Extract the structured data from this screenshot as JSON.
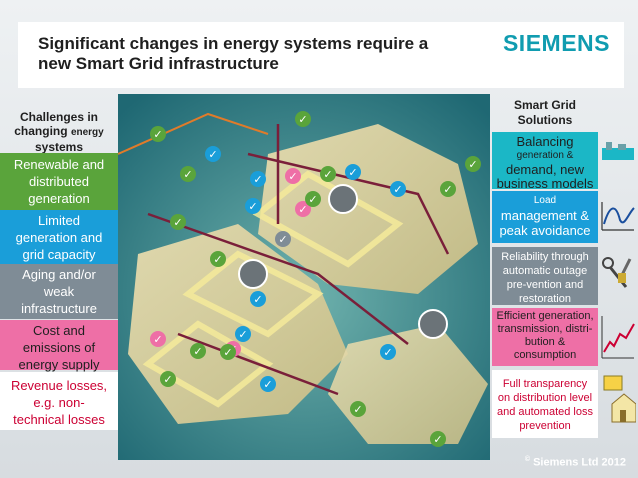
{
  "title": "Significant changes in energy systems require a new Smart Grid infrastructure",
  "brand": "SIEMENS",
  "left": {
    "heading": [
      "Challenges in",
      "changing",
      "energy",
      "systems"
    ],
    "boxes": [
      [
        "Renewable and",
        "distributed",
        "generation"
      ],
      [
        "Limited",
        "generation and",
        "grid capacity"
      ],
      [
        "Aging and/or",
        "weak",
        "infrastructure"
      ],
      [
        "Cost and",
        "emissions of",
        "energy supply"
      ],
      [
        "Revenue losses,",
        "e.g. non-",
        "technical losses"
      ]
    ]
  },
  "right": {
    "heading": [
      "Smart Grid",
      "Solutions"
    ],
    "boxes": [
      [
        "Balancing",
        "generation &",
        "demand, new",
        "business models"
      ],
      [
        "Load",
        "management &",
        "peak avoidance"
      ],
      [
        "Reliability through",
        "automatic outage",
        "pre-vention and",
        "restoration"
      ],
      [
        "Efficient generation,",
        "transmission, distri-",
        "bution &",
        "consumption"
      ],
      [
        "Full transparency",
        "on distribution level",
        "and automated loss",
        "prevention"
      ]
    ]
  },
  "footer": {
    "symbol": "©",
    "text": "Siemens Ltd 2012"
  },
  "colors": {
    "green": "#5aa43b",
    "blue": "#1a9ed9",
    "grey": "#7f8c96",
    "pink": "#ee6fa6",
    "red": "#cc0033",
    "teal": "#1bb7c6",
    "siemens": "#109cb0"
  }
}
